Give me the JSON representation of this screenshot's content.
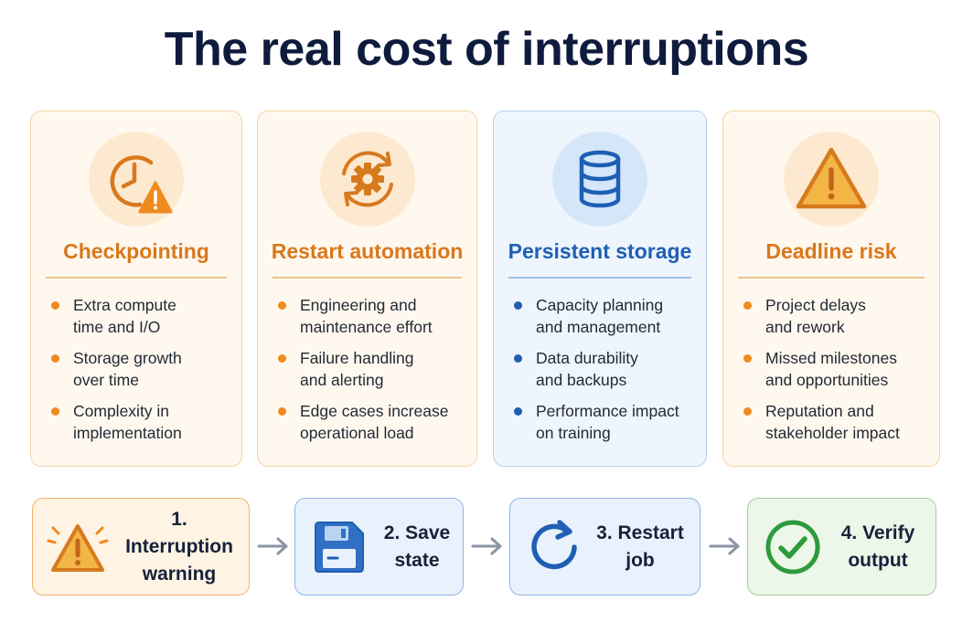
{
  "title": "The real cost of interruptions",
  "cards": [
    {
      "title": "Checkpointing",
      "icon": "clock-warning-icon",
      "bullets": [
        "Extra compute\ntime and I/O",
        "Storage growth\nover time",
        "Complexity in\nimplementation"
      ]
    },
    {
      "title": "Restart automation",
      "icon": "gear-cycle-icon",
      "bullets": [
        "Engineering and\nmaintenance effort",
        "Failure handling\nand alerting",
        "Edge cases increase\noperational load"
      ]
    },
    {
      "title": "Persistent storage",
      "icon": "database-icon",
      "bullets": [
        "Capacity planning\nand management",
        "Data durability\nand backups",
        "Performance impact\non training"
      ]
    },
    {
      "title": "Deadline risk",
      "icon": "warning-triangle-icon",
      "bullets": [
        "Project delays\nand rework",
        "Missed milestones\nand opportunities",
        "Reputation and\nstakeholder impact"
      ]
    }
  ],
  "steps": [
    {
      "label": "1. Interruption\nwarning",
      "icon": "warning-icon"
    },
    {
      "label": "2. Save\nstate",
      "icon": "floppy-disk-icon"
    },
    {
      "label": "3. Restart\njob",
      "icon": "restart-icon"
    },
    {
      "label": "4. Verify\noutput",
      "icon": "check-circle-icon"
    }
  ],
  "colors": {
    "orange": "#ef8a1f",
    "blue": "#1e5fb3",
    "green": "#2e9a3c",
    "title": "#0f1b3d"
  }
}
